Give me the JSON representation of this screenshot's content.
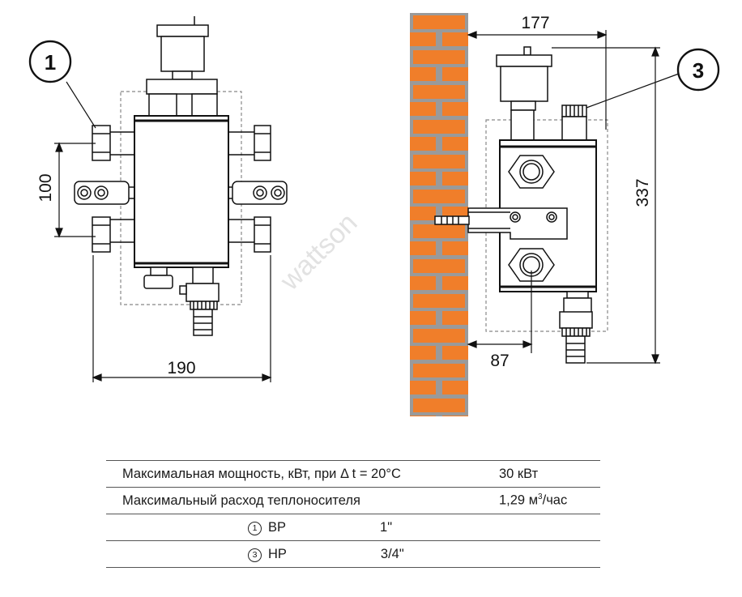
{
  "diagram": {
    "callout_1": "1",
    "callout_3": "3",
    "dim_100": "100",
    "dim_190": "190",
    "dim_177": "177",
    "dim_337": "337",
    "dim_87": "87",
    "watermark": "wattson"
  },
  "specs": {
    "power_label": "Максимальная мощность, кВт, при Δ t = 20°C",
    "power_value": "30 кВт",
    "flow_label": "Максимальный расход теплоносителя",
    "flow_value": "1,29 м",
    "flow_sup": "3",
    "flow_unit": "/час",
    "conn1_num": "1",
    "conn1_name": "ВР",
    "conn1_value": "1\"",
    "conn3_num": "3",
    "conn3_name": "НР",
    "conn3_value": "3/4\""
  }
}
